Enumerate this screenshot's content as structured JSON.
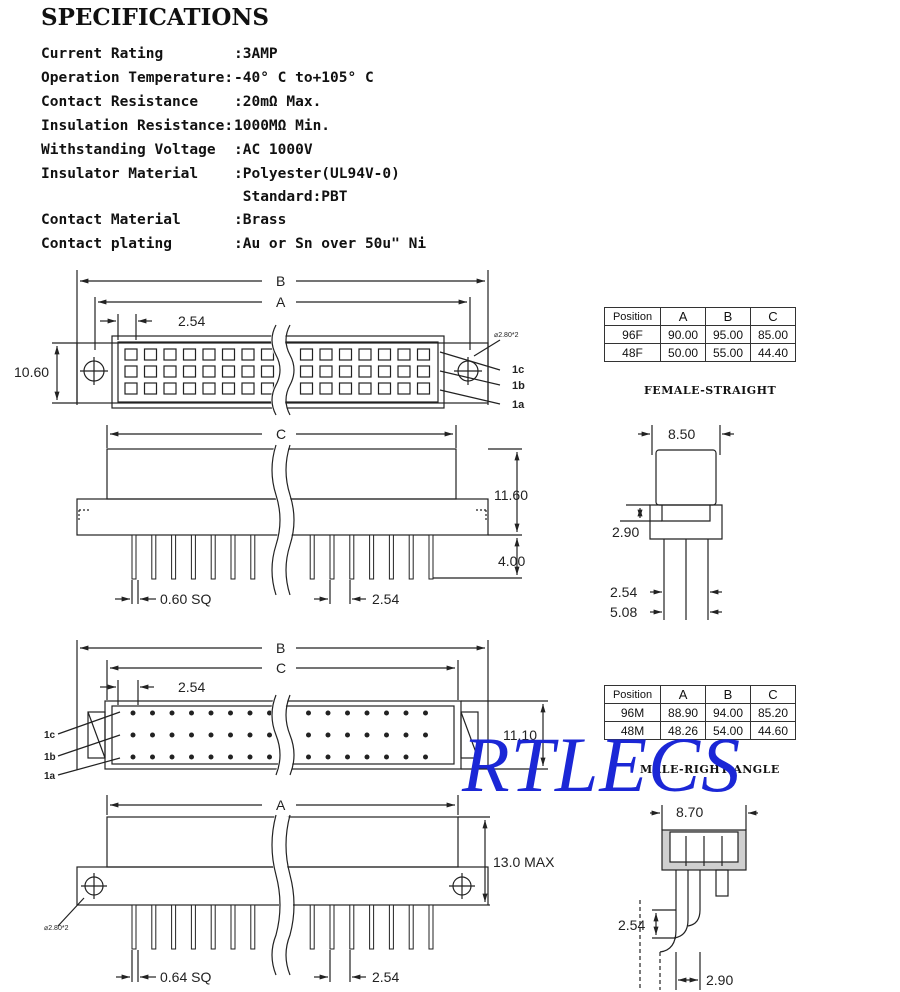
{
  "specifications": {
    "title": "SPECIFICATIONS",
    "rows": [
      {
        "label": "Current Rating",
        "value": ":3AMP"
      },
      {
        "label": "Operation Temperature:",
        "value": "-40° C to+105° C"
      },
      {
        "label": "Contact Resistance",
        "value": ":20mΩ Max."
      },
      {
        "label": "Insulation Resistance:",
        "value": "1000MΩ Min."
      },
      {
        "label": "Withstanding Voltage",
        "value": ":AC 1000V"
      },
      {
        "label": "Insulator Material",
        "value": ":Polyester(UL94V-0)"
      },
      {
        "label": "",
        "value": " Standard:PBT"
      },
      {
        "label": "Contact Material",
        "value": ":Brass"
      },
      {
        "label": "Contact plating",
        "value": ":Au or Sn over 50u\" Ni"
      }
    ]
  },
  "female_table": {
    "headers": [
      "Position",
      "A",
      "B",
      "C"
    ],
    "rows": [
      [
        "96F",
        "90.00",
        "95.00",
        "85.00"
      ],
      [
        "48F",
        "50.00",
        "55.00",
        "44.40"
      ]
    ],
    "caption": "FEMALE-STRAIGHT"
  },
  "male_table": {
    "headers": [
      "Position",
      "A",
      "B",
      "C"
    ],
    "rows": [
      [
        "96M",
        "88.90",
        "94.00",
        "85.20"
      ],
      [
        "48M",
        "48.26",
        "54.00",
        "44.60"
      ]
    ],
    "caption": "MALE-RIGHT ANGLE"
  },
  "dims": {
    "B": "B",
    "A": "A",
    "C": "C",
    "pitch": "2.54",
    "height_female": "10.60",
    "hole": "⌀2.80*2",
    "row_1c": "1c",
    "row_1b": "1b",
    "row_1a": "1a",
    "body_height": "11.60",
    "pin_length": "4.00",
    "pin_sq_female": "0.60 SQ",
    "pitch_bottom_female": "2.54",
    "side_width_female": "8.50",
    "side_step_female": "2.90",
    "side_pitch_female": "2.54",
    "side_span_female": "5.08",
    "male_height": "11.10",
    "male_body_height": "13.0 MAX",
    "pin_sq_male": "0.64 SQ",
    "pitch_bottom_male": "2.54",
    "side_width_male": "8.70",
    "side_pitch_male": "2.54",
    "side_offset_male": "2.90"
  },
  "watermark": "RTLECS",
  "colors": {
    "watermark": "#1b27d6",
    "line": "#222222"
  }
}
